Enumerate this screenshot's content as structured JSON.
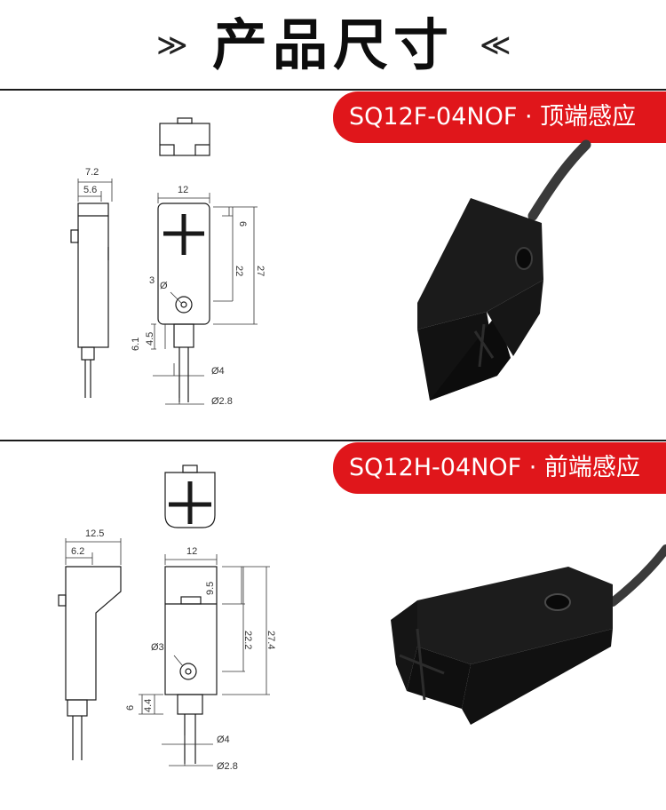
{
  "header": {
    "title": "产品尺寸",
    "chev_left": "≫",
    "chev_right": "≪"
  },
  "sections": [
    {
      "model_label": "SQ12F-04NOF · 顶端感应",
      "dims": {
        "w1": "7.2",
        "w2": "5.6",
        "width": "12",
        "d_top": "6",
        "d_mid": "22",
        "d_total": "27",
        "hole": "3",
        "hole_sym": "Ø",
        "d_base": "6.1",
        "d_base2": "4.5",
        "cable": "Ø4",
        "wire": "Ø2.8"
      }
    },
    {
      "model_label": "SQ12H-04NOF · 前端感应",
      "dims": {
        "w1": "12.5",
        "w2": "6.2",
        "width": "12",
        "d_top": "9.5",
        "d_mid": "22.2",
        "d_total": "27.4",
        "hole": "Ø3",
        "d_base": "6",
        "d_base2": "4.4",
        "cable": "Ø4",
        "wire": "Ø2.8"
      }
    }
  ],
  "colors": {
    "accent": "#e0161b",
    "line": "#1a1a1a",
    "dim": "#333333"
  }
}
